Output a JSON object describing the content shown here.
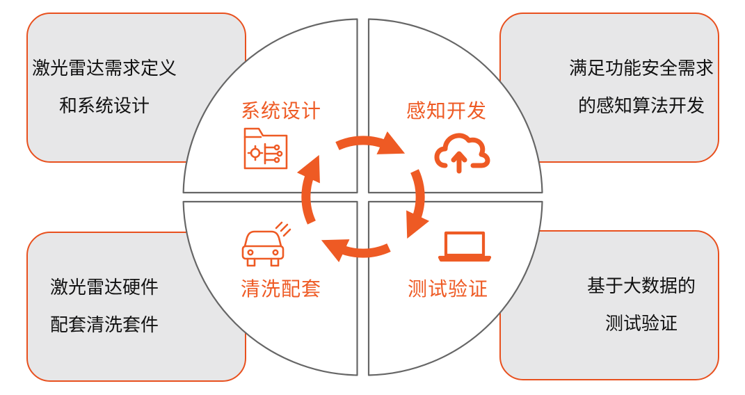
{
  "colors": {
    "accent": "#ee5a24",
    "card_fill": "#e7e7e8",
    "card_border": "#e8501e",
    "quadrant_border": "#666666"
  },
  "cards": {
    "top_left": {
      "line1": "激光雷达需求定义",
      "line2": "和系统设计"
    },
    "top_right": {
      "line1": "满足功能安全需求",
      "line2": "的感知算法开发"
    },
    "bottom_left": {
      "line1": "激光雷达硬件",
      "line2": "配套清洗套件"
    },
    "bottom_right": {
      "line1": "基于大数据的",
      "line2": "测试验证"
    }
  },
  "quadrants": {
    "top_left": {
      "label": "系统设计",
      "icon": "system-design-folder-icon"
    },
    "top_right": {
      "label": "感知开发",
      "icon": "cloud-upload-icon"
    },
    "bottom_left": {
      "label": "清洗配套",
      "icon": "car-wash-icon"
    },
    "bottom_right": {
      "label": "测试验证",
      "icon": "laptop-icon"
    }
  },
  "cycle": {
    "icon": "cycle-arrows-icon"
  }
}
